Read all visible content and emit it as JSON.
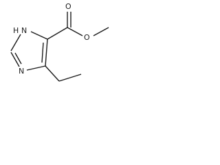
{
  "molecule": {
    "atoms": {
      "nh": "H",
      "n_top": "N",
      "n_bottom": "N",
      "o_carbonyl": "O",
      "o_ester": "O"
    }
  }
}
